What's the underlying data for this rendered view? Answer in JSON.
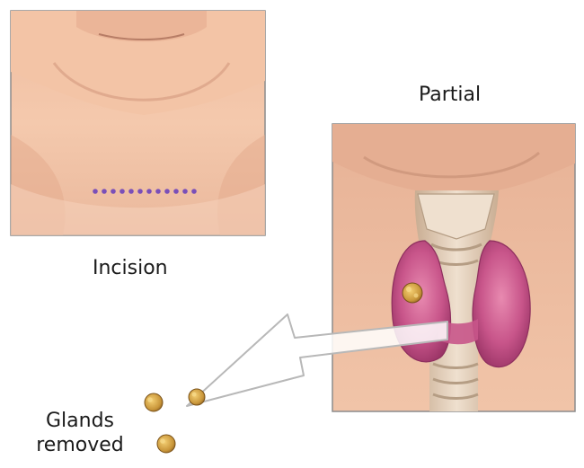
{
  "labels": {
    "partial": "Partial",
    "incision": "Incision",
    "glands_removed": "Glands\nremoved"
  },
  "colors": {
    "skin": "#f3c4a6",
    "skin_shadow": "#d99f85",
    "incision_dots": "#7a4fb8",
    "thyroid": "#c8558a",
    "cartilage": "#e6d2bd",
    "parathyroid_gland": "#c9963a",
    "panel_border": "#8c8c8c",
    "arrow_fill": "#ffffff",
    "arrow_stroke": "#b8b8b8"
  },
  "icons": {
    "incision_marker": "dotted-line",
    "removed_gland": "parathyroid-gland"
  }
}
